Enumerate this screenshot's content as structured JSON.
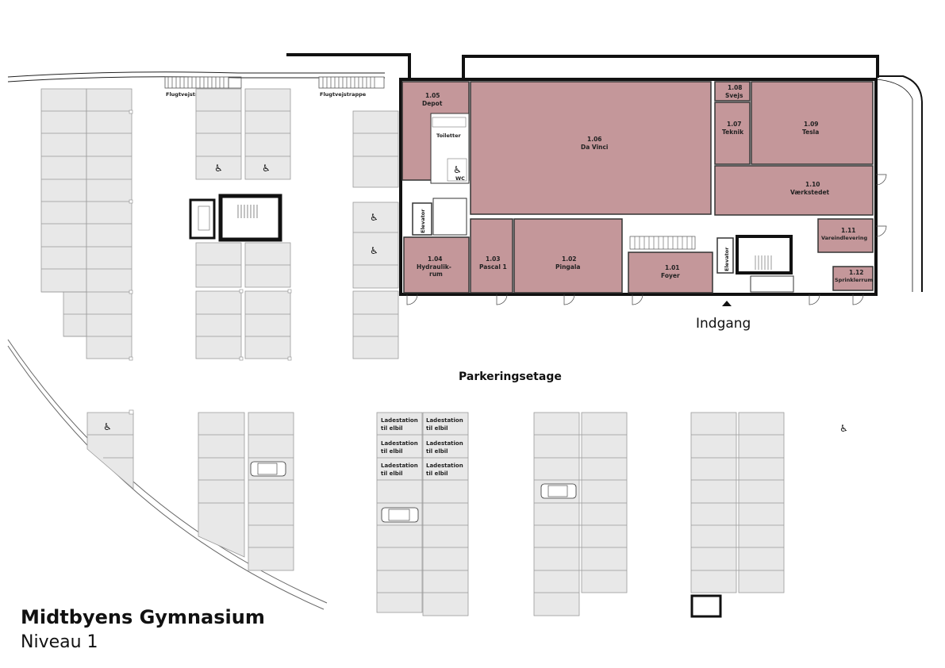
{
  "title": "Midtbyens Gymnasium",
  "level": "Niveau 1",
  "parking_label": "Parkeringsetage",
  "entrance_label": "Indgang",
  "escape_stair_label": "Flugtvejstrappe",
  "charging_label_line1": "Ladestation",
  "charging_label_line2": "til elbil",
  "accessible_symbol": "♿",
  "room_color": "#c4979a",
  "rooms": [
    {
      "id": "1.01",
      "name": "Foyer"
    },
    {
      "id": "1.02",
      "name": "Pingala"
    },
    {
      "id": "1.03",
      "name": "Pascal 1"
    },
    {
      "id": "1.04",
      "name": "Hydraulik-",
      "name2": "rum"
    },
    {
      "id": "1.05",
      "name": "Depot"
    },
    {
      "id": "1.06",
      "name": "Da Vinci"
    },
    {
      "id": "1.07",
      "name": "Teknik"
    },
    {
      "id": "1.08",
      "name": "Svejs"
    },
    {
      "id": "1.09",
      "name": "Tesla"
    },
    {
      "id": "1.10",
      "name": "Værkstedet"
    },
    {
      "id": "1.11",
      "name": "Vareindlevering"
    },
    {
      "id": "1.12",
      "name": "Sprinklerrum"
    }
  ],
  "toilets_label": "Toiletter",
  "wc_label": "WC",
  "elevator_label": "Elevator"
}
